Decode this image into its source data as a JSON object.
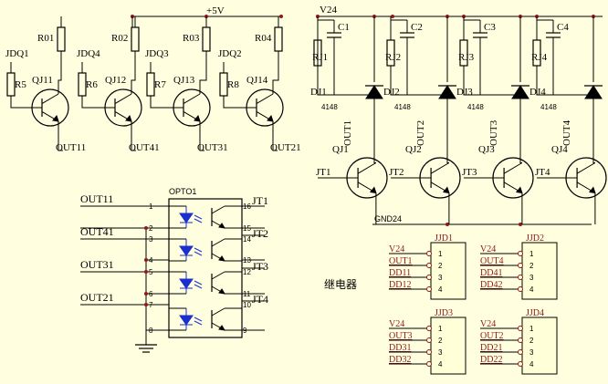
{
  "power": {
    "vcc5": "+5V",
    "v24": "V24",
    "gnd24": "GND24"
  },
  "drivers": [
    {
      "jdq": "JDQ1",
      "r_base": "R5",
      "r_pull": "R01",
      "transistor": "QJ11",
      "out": "OUT11"
    },
    {
      "jdq": "JDQ4",
      "r_base": "R6",
      "r_pull": "R02",
      "transistor": "QJ12",
      "out": "OUT41"
    },
    {
      "jdq": "JDQ3",
      "r_base": "R7",
      "r_pull": "R03",
      "transistor": "QJ13",
      "out": "OUT31"
    },
    {
      "jdq": "JDQ2",
      "r_base": "R8",
      "r_pull": "R04",
      "transistor": "QJ14",
      "out": "OUT21"
    }
  ],
  "outputs": [
    {
      "cap": "C1",
      "res": "RJ1",
      "diode": "DJ1",
      "diode_part": "4148",
      "out": "OUT1",
      "transistor": "QJ1",
      "jt": "JT1"
    },
    {
      "cap": "C2",
      "res": "RJ2",
      "diode": "DJ2",
      "diode_part": "4148",
      "out": "OUT2",
      "transistor": "QJ2",
      "jt": "JT2"
    },
    {
      "cap": "C3",
      "res": "RJ3",
      "diode": "DJ3",
      "diode_part": "4148",
      "out": "OUT3",
      "transistor": "QJ3",
      "jt": "JT3"
    },
    {
      "cap": "C4",
      "res": "RJ4",
      "diode": "DJ4",
      "diode_part": "4148",
      "out": "OUT4",
      "transistor": "QJ4",
      "jt": "JT4"
    }
  ],
  "opto": {
    "name": "OPTO1",
    "left_nets": [
      "OUT11",
      "OUT41",
      "OUT31",
      "OUT21"
    ],
    "right_nets": [
      "JT1",
      "JT2",
      "JT3",
      "JT4"
    ],
    "left_pins": [
      "1",
      "2",
      "3",
      "4",
      "5",
      "6",
      "7",
      "8"
    ],
    "right_pins": [
      "16",
      "15",
      "14",
      "13",
      "12",
      "11",
      "10",
      "9"
    ]
  },
  "relay_section_label": "继电器",
  "relays": [
    {
      "name": "JJD1",
      "nets": [
        "V24",
        "OUT1",
        "DD11",
        "DD12"
      ],
      "pins": [
        "1",
        "2",
        "3",
        "4"
      ]
    },
    {
      "name": "JJD2",
      "nets": [
        "V24",
        "OUT4",
        "DD41",
        "DD42"
      ],
      "pins": [
        "1",
        "2",
        "3",
        "4"
      ]
    },
    {
      "name": "JJD3",
      "nets": [
        "V24",
        "OUT3",
        "DD31",
        "DD32"
      ],
      "pins": [
        "1",
        "2",
        "3",
        "4"
      ]
    },
    {
      "name": "JJD4",
      "nets": [
        "V24",
        "OUT2",
        "DD21",
        "DD22"
      ],
      "pins": [
        "1",
        "2",
        "3",
        "4"
      ]
    }
  ]
}
